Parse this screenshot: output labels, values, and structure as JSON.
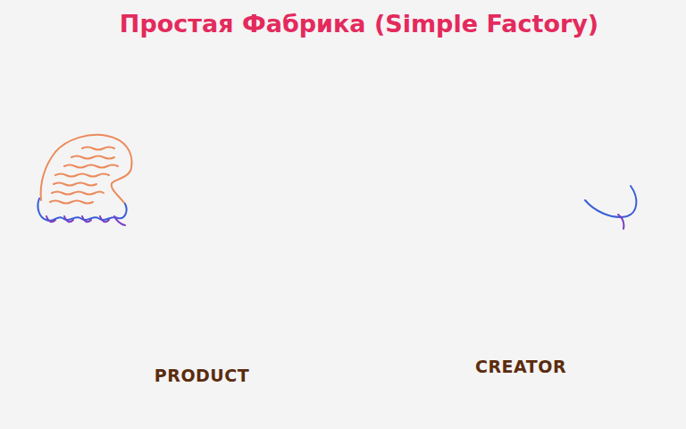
{
  "diagram": {
    "title": "Простая Фабрика (Simple Factory)",
    "labels": [
      "PRODUCT",
      "CREATOR"
    ]
  }
}
